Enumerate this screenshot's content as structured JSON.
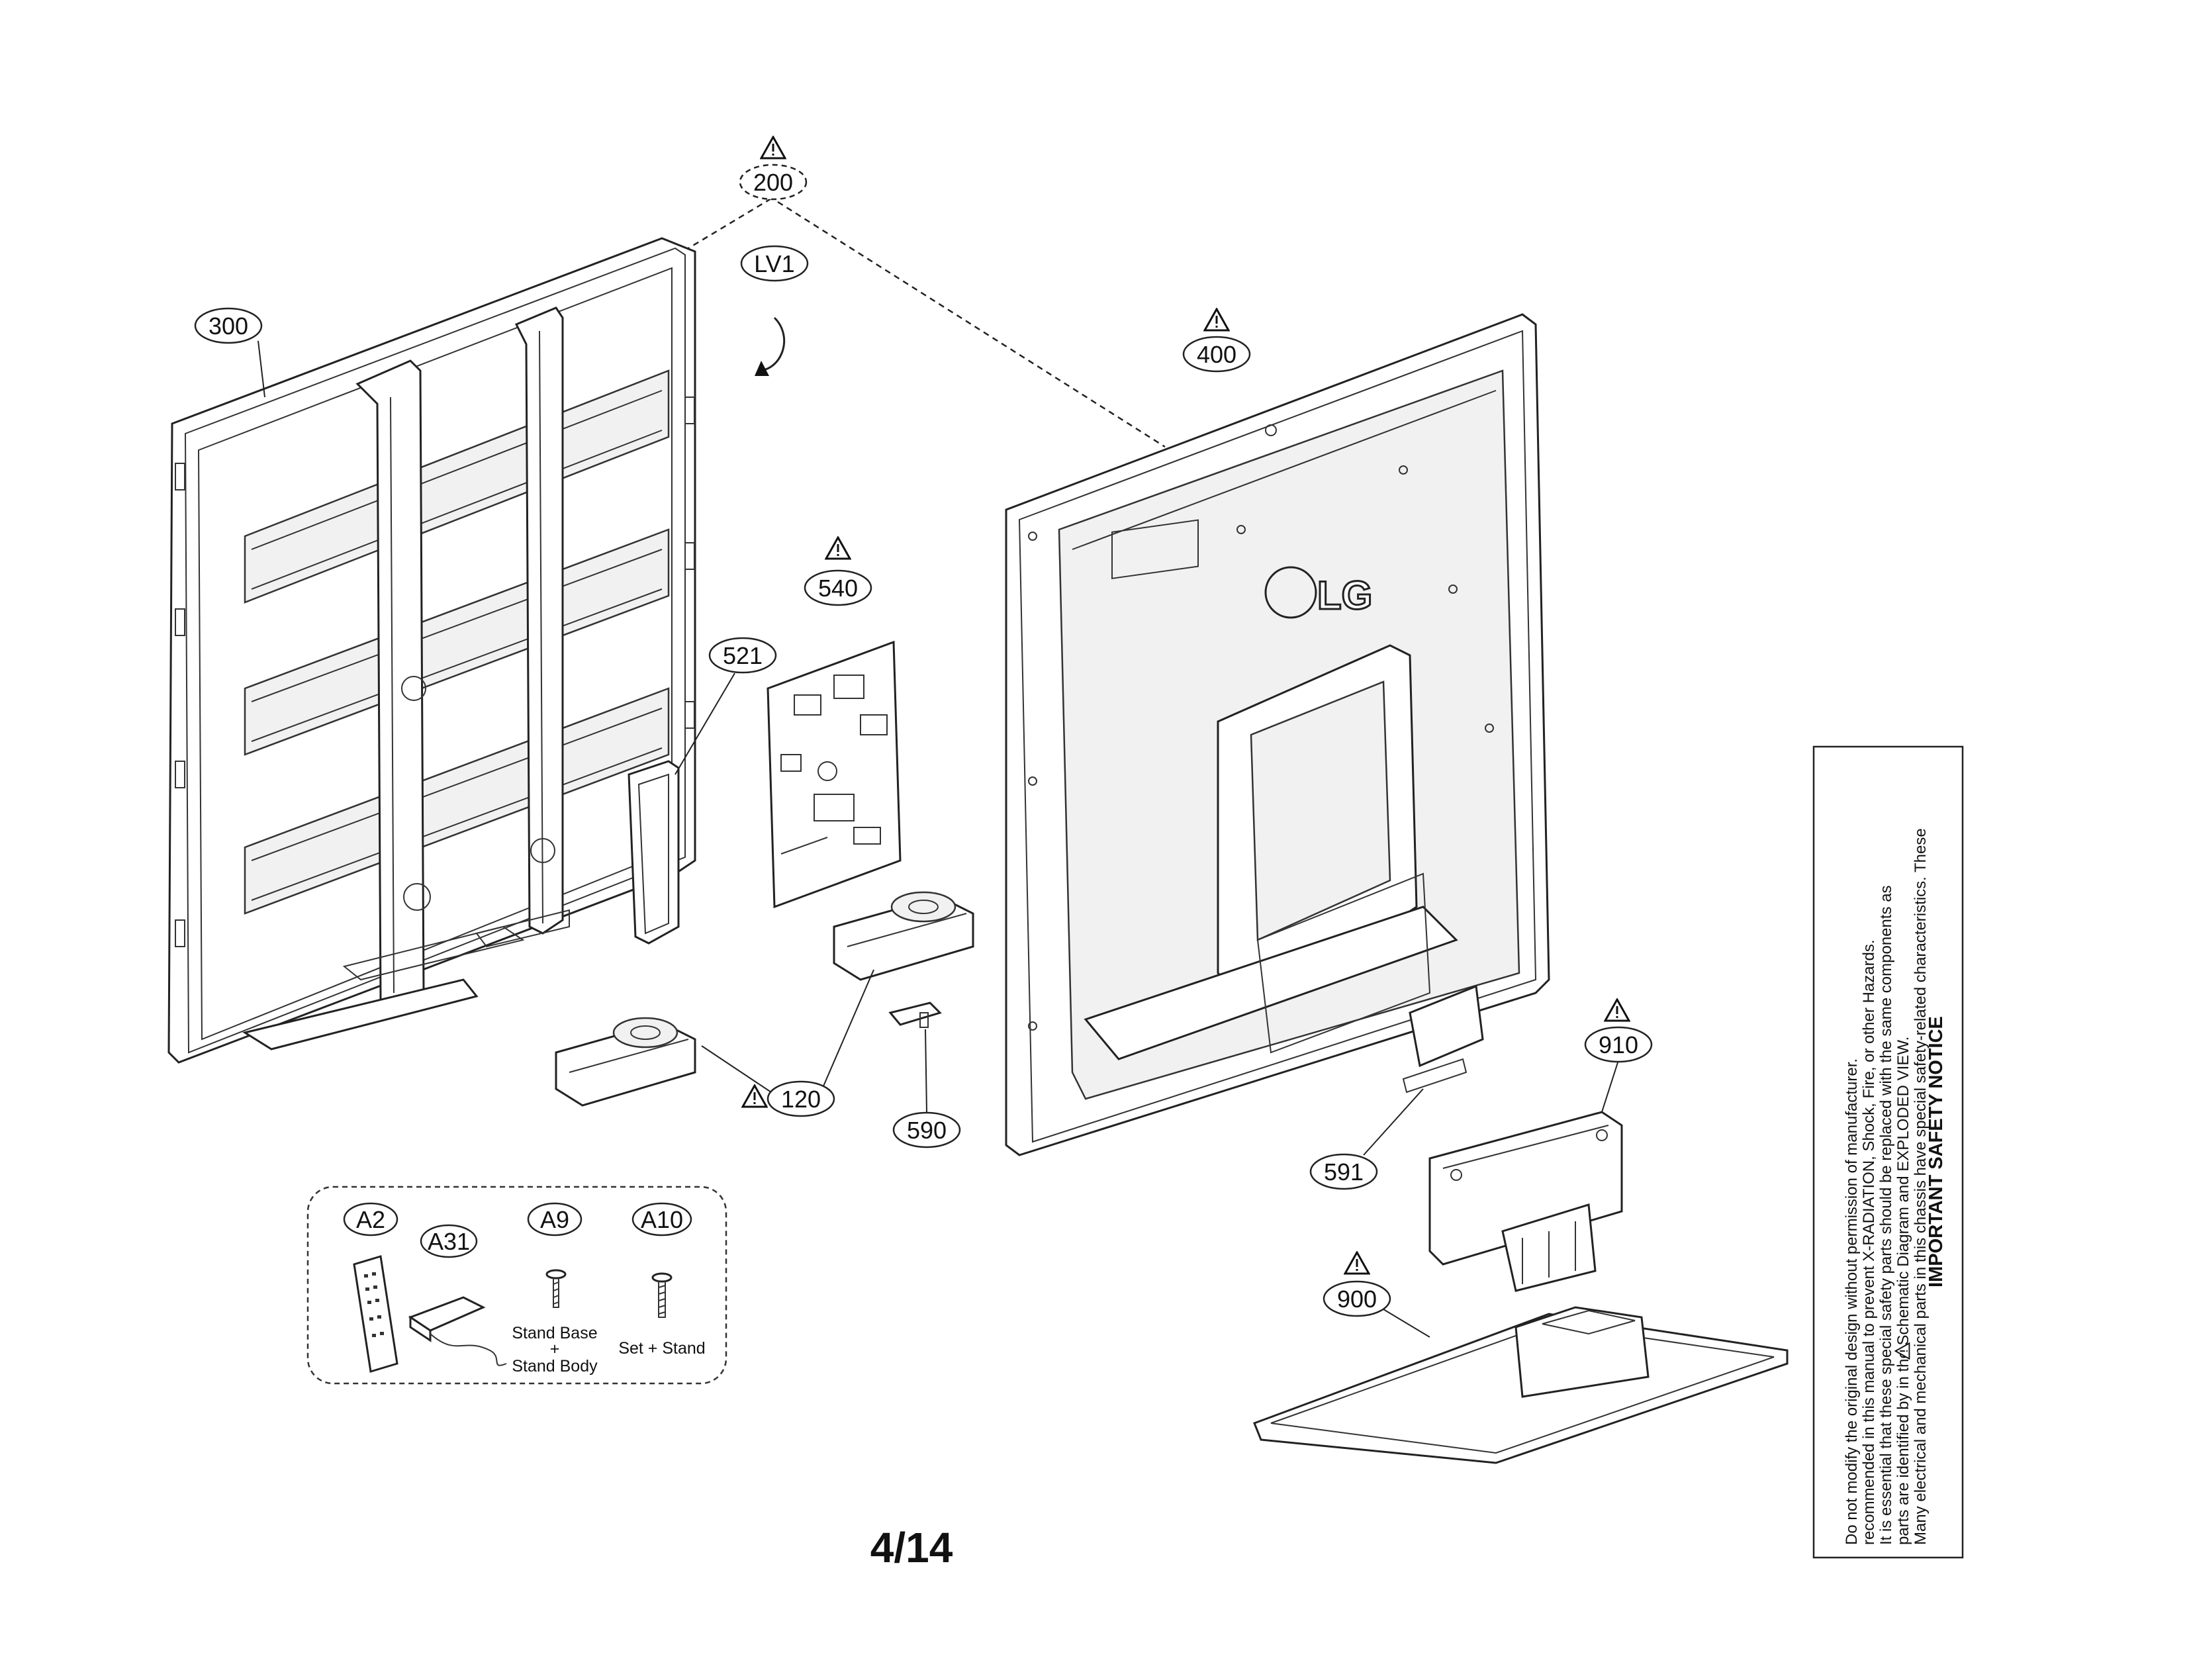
{
  "callouts": {
    "c200": "200",
    "c300": "300",
    "lv1": "LV1",
    "c400": "400",
    "c540": "540",
    "c521": "521",
    "c120": "120",
    "c590": "590",
    "c591": "591",
    "c910": "910",
    "c900": "900"
  },
  "accessories": {
    "a2": "A2",
    "a31": "A31",
    "a9": "A9",
    "a10": "A10",
    "a9_caption_line1": "Stand Base",
    "a9_caption_line2": "+",
    "a9_caption_line3": "Stand Body",
    "a10_caption": "Set + Stand"
  },
  "logo_text": "LG",
  "page_number": "4/14",
  "safety_notice": {
    "title": "IMPORTANT SAFETY NOTICE",
    "lines": [
      "Many electrical and mechanical parts in this chassis have special safety-related characteristics. These",
      "parts are identified by   in the Schematic Diagram and EXPLODED VIEW.",
      "It is essential that these special safety parts should be replaced with the same components as",
      "recommended in this manual to prevent X-RADIATION, Shock, Fire, or other Hazards.",
      "Do not modify the original design without permission of manufacturer."
    ]
  }
}
